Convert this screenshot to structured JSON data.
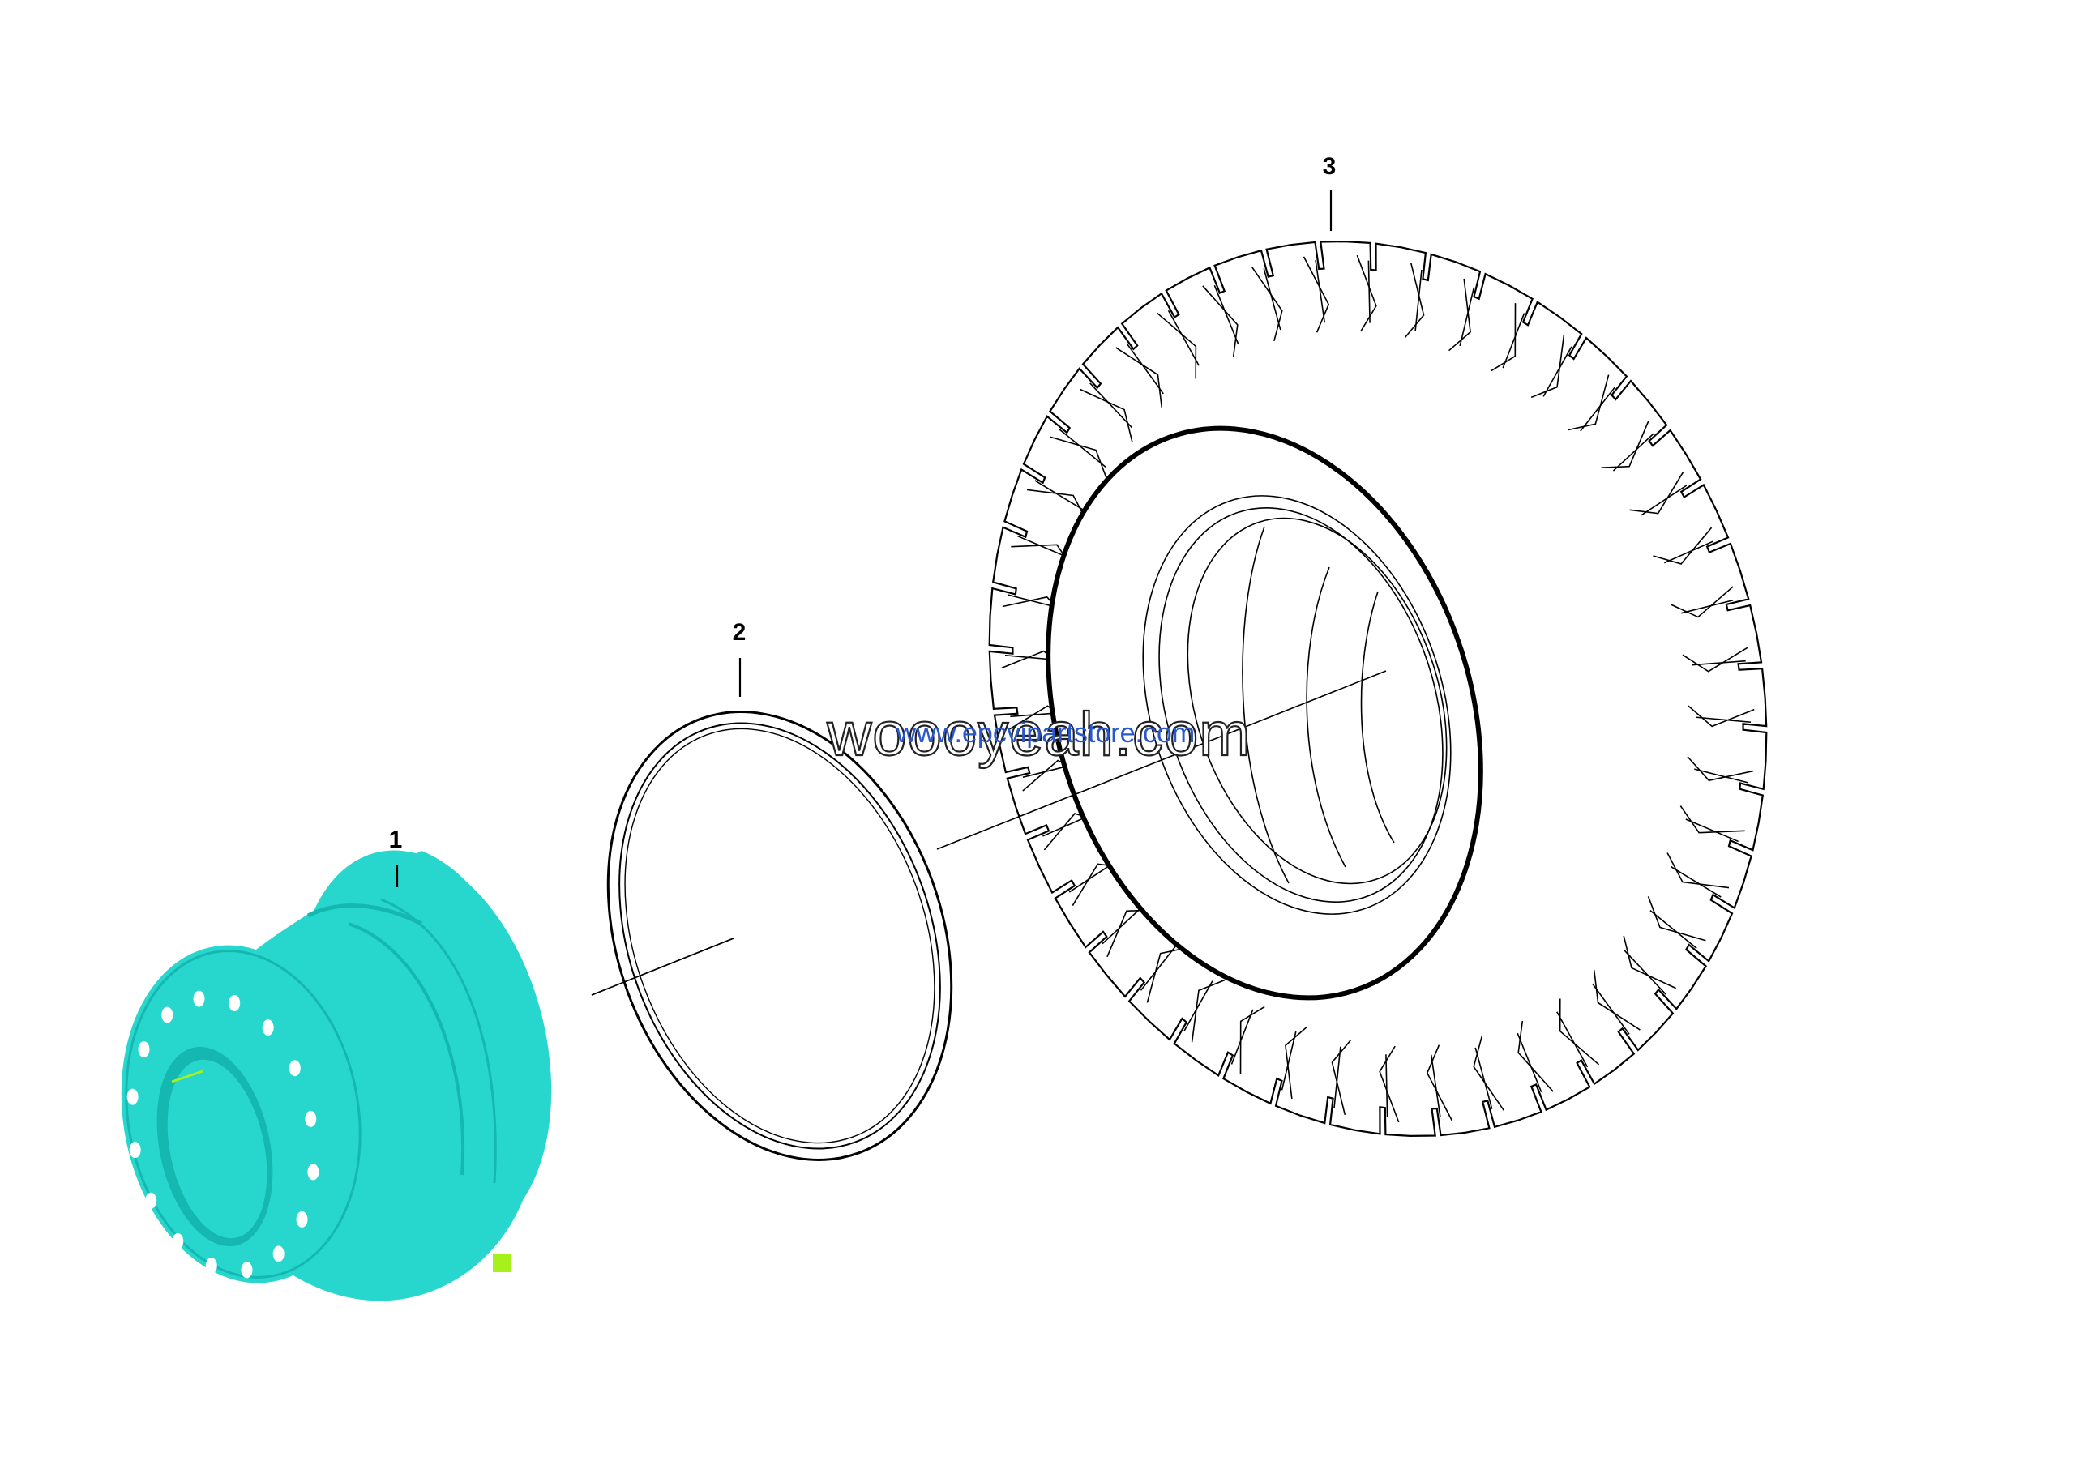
{
  "callouts": {
    "rim": "1",
    "ring": "2",
    "tire": "3"
  },
  "watermark": {
    "primary": "woooyeah.com",
    "secondary": "www.epcvipartstore.com"
  },
  "colors": {
    "rim_fill": "#27d6cd",
    "rim_shade": "#14b8b0",
    "rim_hole": "#ffffff",
    "valve_marker": "#a6f01b",
    "outline": "#000000",
    "watermark_link": "#2a57c9"
  }
}
